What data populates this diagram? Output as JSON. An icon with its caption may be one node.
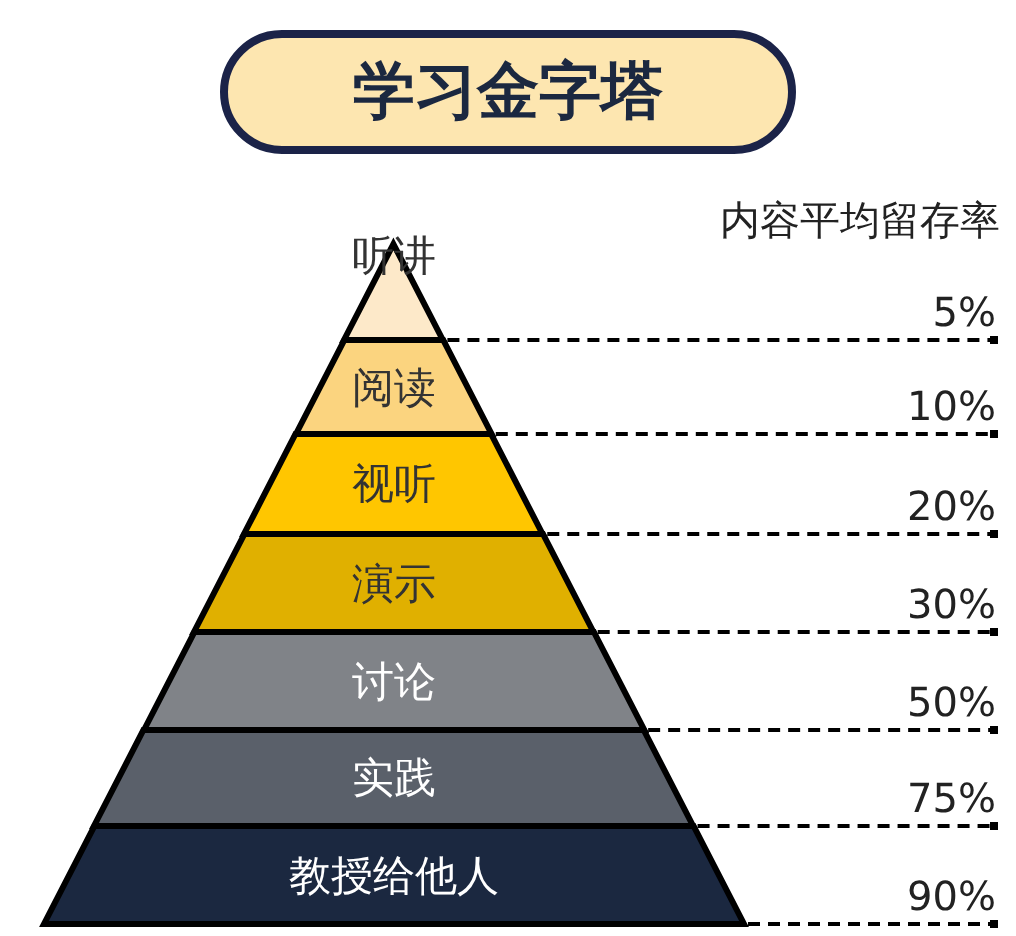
{
  "diagram": {
    "title": "学习金字塔",
    "nodes": [
      {
        "text": [
          "听讲"
        ]
      },
      {
        "text": [
          "阅读"
        ]
      },
      {
        "text": [
          "视听"
        ]
      },
      {
        "text": [
          "演示"
        ]
      },
      {
        "text": [
          "讨论"
        ]
      },
      {
        "text": [
          "实践"
        ]
      },
      {
        "text": [
          "教授给他人"
        ]
      },
      {
        "text": [
          "5%"
        ]
      },
      {
        "text": [
          "10%"
        ]
      },
      {
        "text": [
          "20%"
        ]
      },
      {
        "text": [
          "30%"
        ]
      },
      {
        "text": [
          "50%"
        ]
      },
      {
        "text": [
          "75%"
        ]
      },
      {
        "text": [
          "90%"
        ]
      }
    ],
    "edges": [
      {
        "from": 0,
        "to": 7,
        "arrow": "other",
        "style": "dashed"
      },
      {
        "from": 1,
        "to": 8,
        "arrow": "other",
        "style": "dashed"
      },
      {
        "from": 2,
        "to": 9,
        "arrow": "other",
        "style": "dashed"
      },
      {
        "from": 3,
        "to": 10,
        "arrow": "other",
        "style": "dashed"
      },
      {
        "from": 4,
        "to": 11,
        "arrow": "other",
        "style": "dashed"
      },
      {
        "from": 5,
        "to": 12,
        "arrow": "other",
        "style": "dashed"
      },
      {
        "from": 6,
        "to": 13,
        "arrow": "other",
        "style": "dashed"
      }
    ],
    "labels": [
      "内容平均留存率"
    ]
  }
}
